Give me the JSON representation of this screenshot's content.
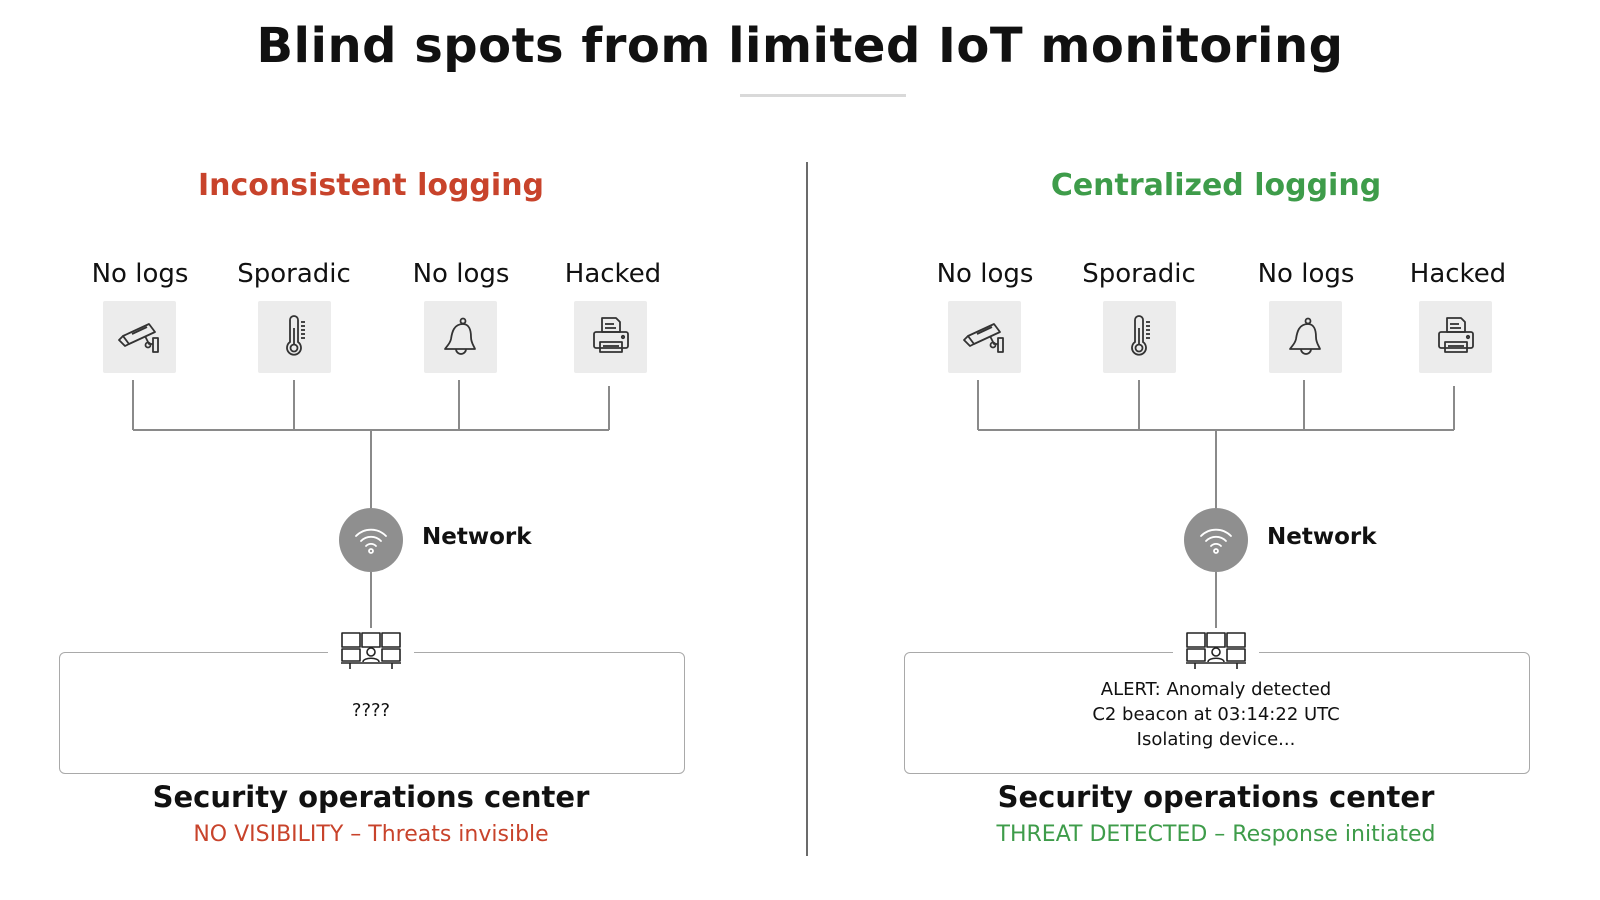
{
  "title": "Blind spots from limited IoT monitoring",
  "colors": {
    "bad": "#c8432b",
    "good": "#3e9c4a",
    "wire": "#8a8a8a",
    "node": "#8f8f8f",
    "device_bg": "#ececec"
  },
  "panels": [
    {
      "heading": "Inconsistent logging",
      "status_color": "bad",
      "devices": [
        {
          "label": "No logs",
          "icon": "security-camera-icon"
        },
        {
          "label": "Sporadic",
          "icon": "thermometer-icon"
        },
        {
          "label": "No logs",
          "icon": "bell-icon"
        },
        {
          "label": "Hacked",
          "icon": "printer-icon"
        }
      ],
      "network_label": "Network",
      "network_icon": "wifi-icon",
      "soc_icon": "monitoring-station-icon",
      "soc_screen_lines": [
        "????"
      ],
      "soc_title": "Security operations center",
      "soc_status": "NO VISIBILITY – Threats invisible"
    },
    {
      "heading": "Centralized logging",
      "status_color": "good",
      "devices": [
        {
          "label": "No logs",
          "icon": "security-camera-icon"
        },
        {
          "label": "Sporadic",
          "icon": "thermometer-icon"
        },
        {
          "label": "No logs",
          "icon": "bell-icon"
        },
        {
          "label": "Hacked",
          "icon": "printer-icon"
        }
      ],
      "network_label": "Network",
      "network_icon": "wifi-icon",
      "soc_icon": "monitoring-station-icon",
      "soc_screen_lines": [
        "ALERT: Anomaly detected",
        "C2 beacon at 03:14:22 UTC",
        "Isolating device..."
      ],
      "soc_title": "Security operations center",
      "soc_status": "THREAT DETECTED – Response initiated"
    }
  ]
}
